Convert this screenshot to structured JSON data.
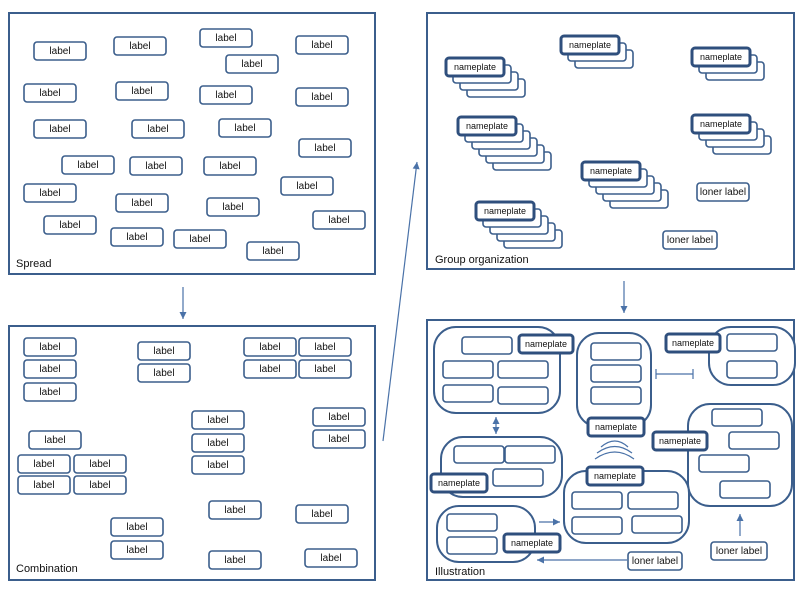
{
  "panels": {
    "spread": {
      "title": "Spread"
    },
    "combination": {
      "title": "Combination"
    },
    "group_organization": {
      "title": "Group organization"
    },
    "illustration": {
      "title": "Illustration"
    }
  },
  "text": {
    "label": "label",
    "nameplate": "nameplate",
    "loner_label": "loner label"
  },
  "colors": {
    "outline": "#3b5e8c",
    "nameplate_outline": "#2f4f7d",
    "arrow": "#4a72a8"
  }
}
